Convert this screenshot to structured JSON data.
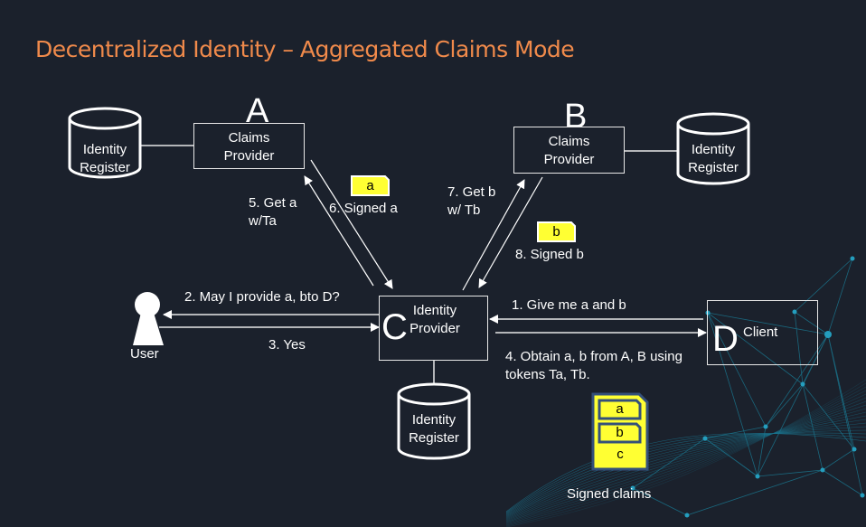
{
  "title": "Decentralized Identity – Aggregated Claims Mode",
  "colors": {
    "background": "#1b212c",
    "title": "#f08a4b",
    "line": "#ffffff",
    "token_fill": "#ffff33",
    "token_border": "#34507a",
    "network": "#1fa8c9"
  },
  "nodes": {
    "A": {
      "letter": "A",
      "line1": "Claims",
      "line2": "Provider"
    },
    "B": {
      "letter": "B",
      "line1": "Claims",
      "line2": "Provider"
    },
    "C": {
      "letter": "C",
      "line1": "Identity",
      "line2": "Provider"
    },
    "D": {
      "letter": "D",
      "label": "Client"
    },
    "user": {
      "label": "User"
    },
    "register_a": {
      "line1": "Identity",
      "line2": "Register"
    },
    "register_b": {
      "line1": "Identity",
      "line2": "Register"
    },
    "register_c": {
      "line1": "Identity",
      "line2": "Register"
    }
  },
  "steps": {
    "s1": "1. Give me a and b",
    "s2": "2. May I provide a, bto D?",
    "s3": "3. Yes",
    "s4_line1": "4. Obtain a, b from A, B using",
    "s4_line2": "tokens Ta, Tb.",
    "s5_line1": "5. Get a",
    "s5_line2": "w/Ta",
    "s6": "6. Signed a",
    "s7_line1": "7. Get b",
    "s7_line2": "w/ Tb",
    "s8": "8. Signed b"
  },
  "tokens": {
    "a": "a",
    "b": "b"
  },
  "signed_claims": {
    "items": [
      "a",
      "b",
      "c"
    ],
    "caption": "Signed claims"
  }
}
